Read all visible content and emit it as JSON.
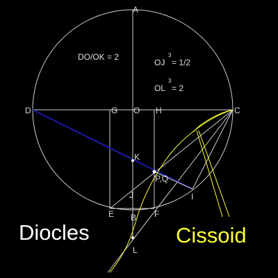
{
  "points": {
    "A": "A",
    "D": "D",
    "G": "G",
    "O": "O",
    "H": "H",
    "C": "C",
    "K": "K",
    "PQ": "P,Q",
    "J": "J",
    "I": "I",
    "E": "E",
    "F": "F",
    "B": "B",
    "L": "L"
  },
  "equations": {
    "ratio": "DO/OK = 2",
    "oj_base": "OJ",
    "oj_exp": "3",
    "oj_rest": "=  1/2",
    "ol_base": "OL",
    "ol_exp": "3",
    "ol_rest": "=  2"
  },
  "captions": {
    "diocles": "Diocles",
    "cissoid": "Cissoid"
  },
  "colors": {
    "background": "#000000",
    "lines": "#d0d0d0",
    "blue_line": "#1a1aa8",
    "cissoid": "#ffff33",
    "white_text": "#ffffff"
  }
}
